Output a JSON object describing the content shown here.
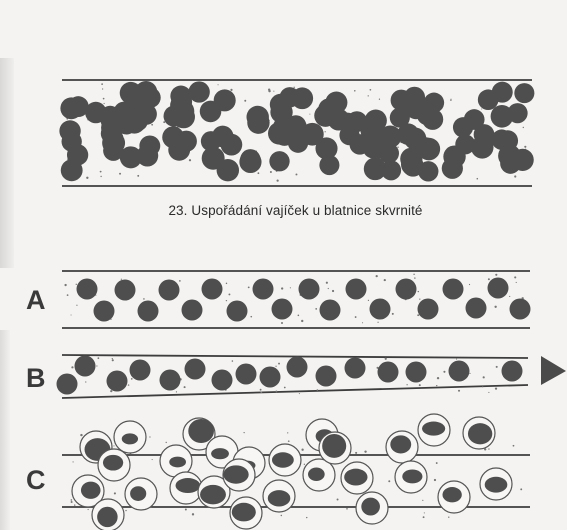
{
  "figure": {
    "caption": "23. Uspořádání vajíček u blatnice skvrnité"
  },
  "panels": [
    {
      "id": "A",
      "label": "A"
    },
    {
      "id": "B",
      "label": "B"
    },
    {
      "id": "C",
      "label": "C"
    }
  ],
  "colors": {
    "egg": "#4e4e4e",
    "line": "#3d3d3d",
    "paper": "#f4f3f1",
    "arrow": "#4a4a4a"
  }
}
